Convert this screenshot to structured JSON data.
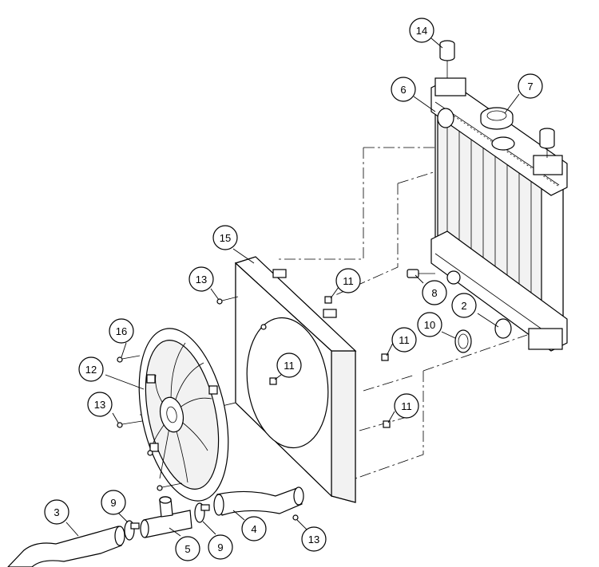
{
  "callouts": [
    {
      "id": "c14",
      "label": "14"
    },
    {
      "id": "c6",
      "label": "6"
    },
    {
      "id": "c7",
      "label": "7"
    },
    {
      "id": "c15",
      "label": "15"
    },
    {
      "id": "c13a",
      "label": "13"
    },
    {
      "id": "c11a",
      "label": "11"
    },
    {
      "id": "c8",
      "label": "8"
    },
    {
      "id": "c2",
      "label": "2"
    },
    {
      "id": "c10",
      "label": "10"
    },
    {
      "id": "c16",
      "label": "16"
    },
    {
      "id": "c11b",
      "label": "11"
    },
    {
      "id": "c12",
      "label": "12"
    },
    {
      "id": "c11c",
      "label": "11"
    },
    {
      "id": "c13b",
      "label": "13"
    },
    {
      "id": "c11d",
      "label": "11"
    },
    {
      "id": "c3",
      "label": "3"
    },
    {
      "id": "c9a",
      "label": "9"
    },
    {
      "id": "c4",
      "label": "4"
    },
    {
      "id": "c5",
      "label": "5"
    },
    {
      "id": "c9b",
      "label": "9"
    },
    {
      "id": "c13c",
      "label": "13"
    }
  ]
}
